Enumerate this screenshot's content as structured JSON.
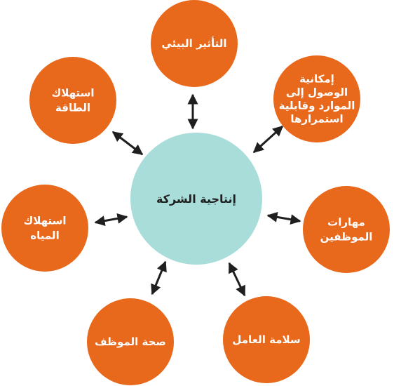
{
  "colors": {
    "node": "#E8681C",
    "center": "#A9DDDA",
    "arrow": "#1f1f1f",
    "node_text": "#ffffff",
    "center_text": "#1f1f1f"
  },
  "center": {
    "label": "إنتاجية الشركة"
  },
  "nodes": [
    {
      "id": "environmental-impact",
      "lines": [
        "التأثير البيئي"
      ]
    },
    {
      "id": "resource-access",
      "lines": [
        "إمكانية",
        "الوصول إلى",
        "الموارد وقابلية",
        "استمرارها"
      ]
    },
    {
      "id": "employee-skills",
      "lines": [
        "مهارات",
        "الموظفين"
      ]
    },
    {
      "id": "worker-safety",
      "lines": [
        "سلامة العامل"
      ]
    },
    {
      "id": "employee-health",
      "lines": [
        "صحة الموظف"
      ]
    },
    {
      "id": "water-consumption",
      "lines": [
        "استهلاك",
        "المياه"
      ]
    },
    {
      "id": "energy-consumption",
      "lines": [
        "استهلاك",
        "الطاقة"
      ]
    }
  ]
}
